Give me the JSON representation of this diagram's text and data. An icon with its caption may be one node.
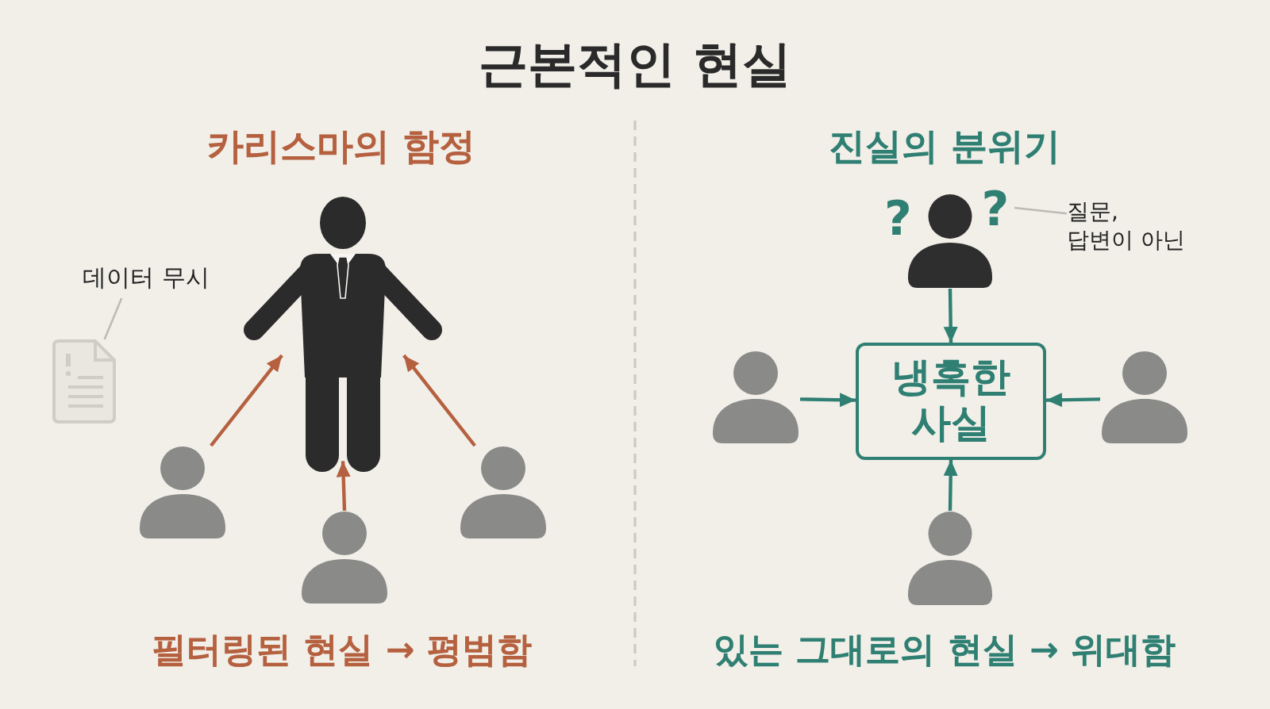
{
  "diagram": {
    "title": "근본적인 현실",
    "nodes": [
      {
        "text": [
          "데이터 무시"
        ]
      },
      {
        "text": [],
        "shape": "document"
      },
      {
        "text": [],
        "shape": "person"
      },
      {
        "text": [],
        "shape": "person"
      },
      {
        "text": [],
        "shape": "person"
      },
      {
        "text": [],
        "shape": "person"
      },
      {
        "text": [
          "질문, 답변이 아닌"
        ]
      },
      {
        "text": [
          "?"
        ]
      },
      {
        "text": [],
        "shape": "person"
      },
      {
        "text": [
          "냉혹한 사실"
        ]
      },
      {
        "text": [],
        "shape": "person"
      },
      {
        "text": [],
        "shape": "person"
      },
      {
        "text": [],
        "shape": "person"
      }
    ],
    "edges": [
      {
        "from": 0,
        "to": 1,
        "arrow": "none",
        "color": "#bdbbb4"
      },
      {
        "from": 3,
        "to": 2,
        "arrow": "to",
        "color": "#b5603f"
      },
      {
        "from": 4,
        "to": 2,
        "arrow": "to",
        "color": "#b5603f"
      },
      {
        "from": 5,
        "to": 2,
        "arrow": "to",
        "color": "#b5603f"
      },
      {
        "from": 6,
        "to": 7,
        "arrow": "none",
        "color": "#bdbbb4"
      },
      {
        "from": 8,
        "to": 9,
        "arrow": "to"
      },
      {
        "from": 10,
        "to": 9,
        "arrow": "to"
      },
      {
        "from": 11,
        "to": 9,
        "arrow": "to"
      },
      {
        "from": 12,
        "to": 9,
        "arrow": "to"
      }
    ],
    "labels": [
      "카리스마의 함정",
      "진실의 분위기",
      "?",
      "필터링된 현실 → 평범함",
      "있는 그대로의 현실 → 위대함"
    ]
  }
}
